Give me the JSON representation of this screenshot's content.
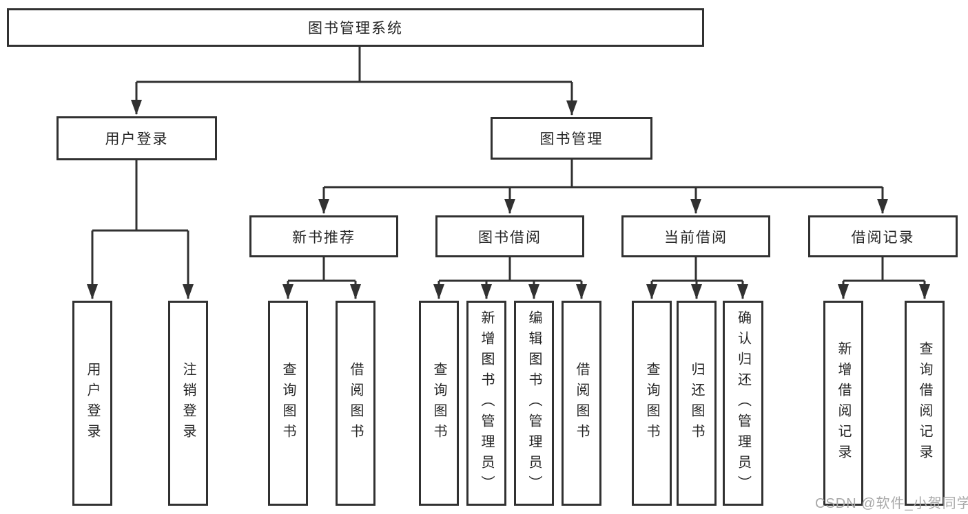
{
  "diagram": {
    "colors": {
      "line": "#313131",
      "text": "#262626",
      "box_fill": "#ffffff",
      "background": "#ffffff",
      "watermark": "#a9a9a9"
    },
    "tree": {
      "label": "图书管理系统",
      "children": [
        {
          "label": "用户登录",
          "children": [
            {
              "label": "用户登录"
            },
            {
              "label": "注销登录"
            }
          ]
        },
        {
          "label": "图书管理",
          "children": [
            {
              "label": "新书推荐",
              "children": [
                {
                  "label": "查询图书"
                },
                {
                  "label": "借阅图书"
                }
              ]
            },
            {
              "label": "图书借阅",
              "children": [
                {
                  "label": "查询图书"
                },
                {
                  "label": "新增图书（管理员）"
                },
                {
                  "label": "编辑图书（管理员）"
                },
                {
                  "label": "借阅图书"
                }
              ]
            },
            {
              "label": "当前借阅",
              "children": [
                {
                  "label": "查询图书"
                },
                {
                  "label": "归还图书"
                },
                {
                  "label": "确认归还（管理员）"
                }
              ]
            },
            {
              "label": "借阅记录",
              "children": [
                {
                  "label": "新增借阅记录"
                },
                {
                  "label": "查询借阅记录"
                }
              ]
            }
          ]
        }
      ]
    },
    "watermark": {
      "text": "CSDN @软件_小贺同学"
    }
  }
}
